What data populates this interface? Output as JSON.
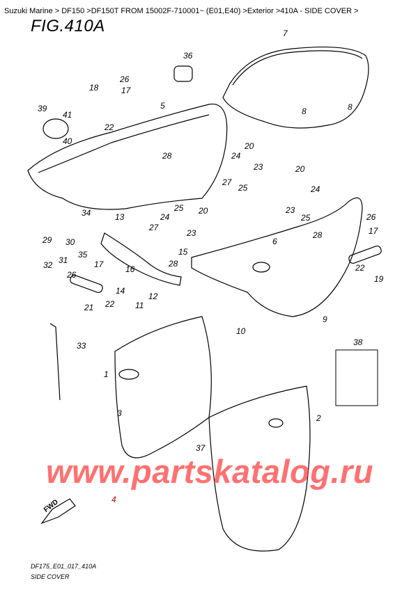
{
  "breadcrumb": "Suzuki Marine > DF150 >DF150T FROM 15002F-710001~ (E01,E40) >Exterior >410A - SIDE COVER >",
  "figure_title": "FIG.410A",
  "callouts": [
    "7",
    "36",
    "26",
    "18",
    "17",
    "39",
    "41",
    "5",
    "22",
    "40",
    "28",
    "20",
    "24",
    "23",
    "27",
    "25",
    "8",
    "8",
    "20",
    "24",
    "23",
    "25",
    "34",
    "13",
    "24",
    "25",
    "20",
    "27",
    "23",
    "6",
    "28",
    "29",
    "30",
    "31",
    "32",
    "35",
    "15",
    "17",
    "26",
    "16",
    "14",
    "28",
    "21",
    "22",
    "11",
    "12",
    "26",
    "17",
    "22",
    "19",
    "9",
    "10",
    "33",
    "38",
    "1",
    "2",
    "3",
    "37",
    "4"
  ],
  "watermark": "www.partskatalog.ru",
  "fwd_label": "FWD",
  "footer": {
    "code": "DF175_E01_017_410A",
    "caption": "SIDE COVER"
  },
  "colors": {
    "line": "#000000",
    "watermark": "#ff3b3b"
  }
}
